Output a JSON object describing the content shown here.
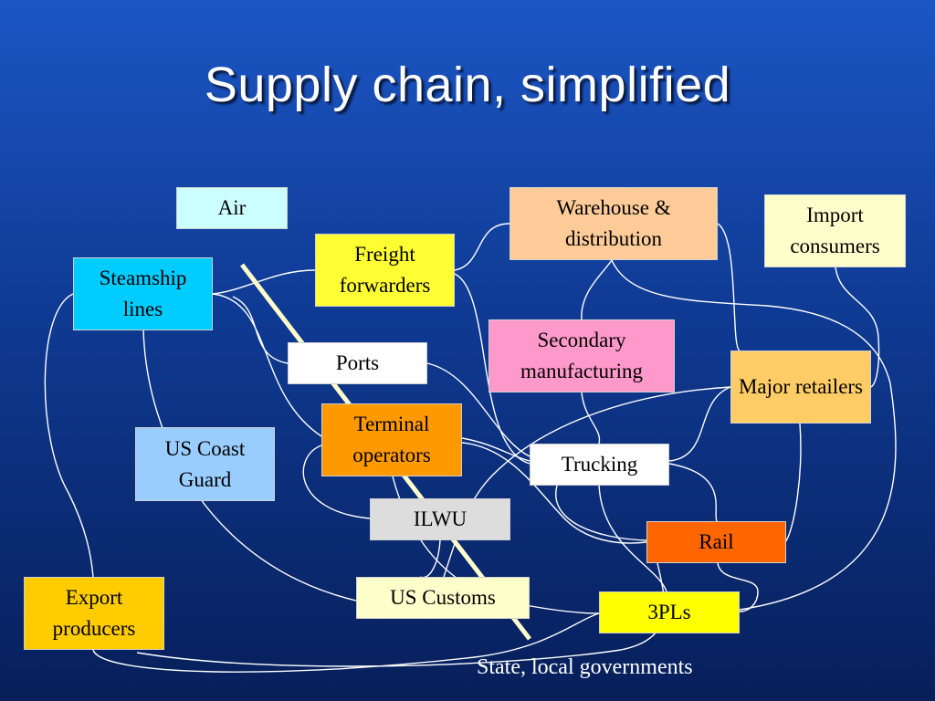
{
  "title": "Supply chain, simplified",
  "nodes": {
    "air": {
      "label": "Air",
      "color": "#ccffff"
    },
    "warehouse": {
      "label": "Warehouse & distribution",
      "color": "#ffcc99"
    },
    "import_consumers": {
      "label": "Import consumers",
      "color": "#ffffcc"
    },
    "freight_forwarders": {
      "label": "Freight forwarders",
      "color": "#ffff33"
    },
    "steamship_lines": {
      "label": "Steamship lines",
      "color": "#00ccff"
    },
    "ports": {
      "label": "Ports",
      "color": "#ffffff"
    },
    "secondary_manufacturing": {
      "label": "Secondary manufacturing",
      "color": "#ff99cc"
    },
    "major_retailers": {
      "label": "Major retailers",
      "color": "#ffcc66"
    },
    "us_coast_guard": {
      "label": "US Coast Guard",
      "color": "#99ccff"
    },
    "terminal_operators": {
      "label": "Terminal operators",
      "color": "#ff9900"
    },
    "trucking": {
      "label": "Trucking",
      "color": "#ffffff"
    },
    "ilwu": {
      "label": "ILWU",
      "color": "#dddddd"
    },
    "rail": {
      "label": "Rail",
      "color": "#ff6600"
    },
    "export_producers": {
      "label": "Export producers",
      "color": "#ffcc00"
    },
    "us_customs": {
      "label": "US Customs",
      "color": "#ffffcc"
    },
    "three_pls": {
      "label": "3PLs",
      "color": "#ffff00"
    }
  },
  "footer": "State, local governments"
}
